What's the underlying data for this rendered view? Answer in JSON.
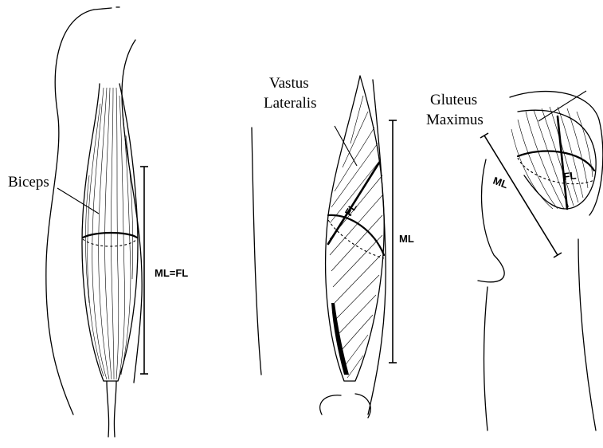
{
  "panels": [
    {
      "muscle_label": "Biceps",
      "measure_label": "ML=FL"
    },
    {
      "muscle_label_line1": "Vastus",
      "muscle_label_line2": "Lateralis",
      "fiber_label": "FL",
      "measure_label": "ML"
    },
    {
      "muscle_label_line1": "Gluteus",
      "muscle_label_line2": "Maximus",
      "fiber_label": "FL",
      "measure_label": "ML"
    }
  ]
}
